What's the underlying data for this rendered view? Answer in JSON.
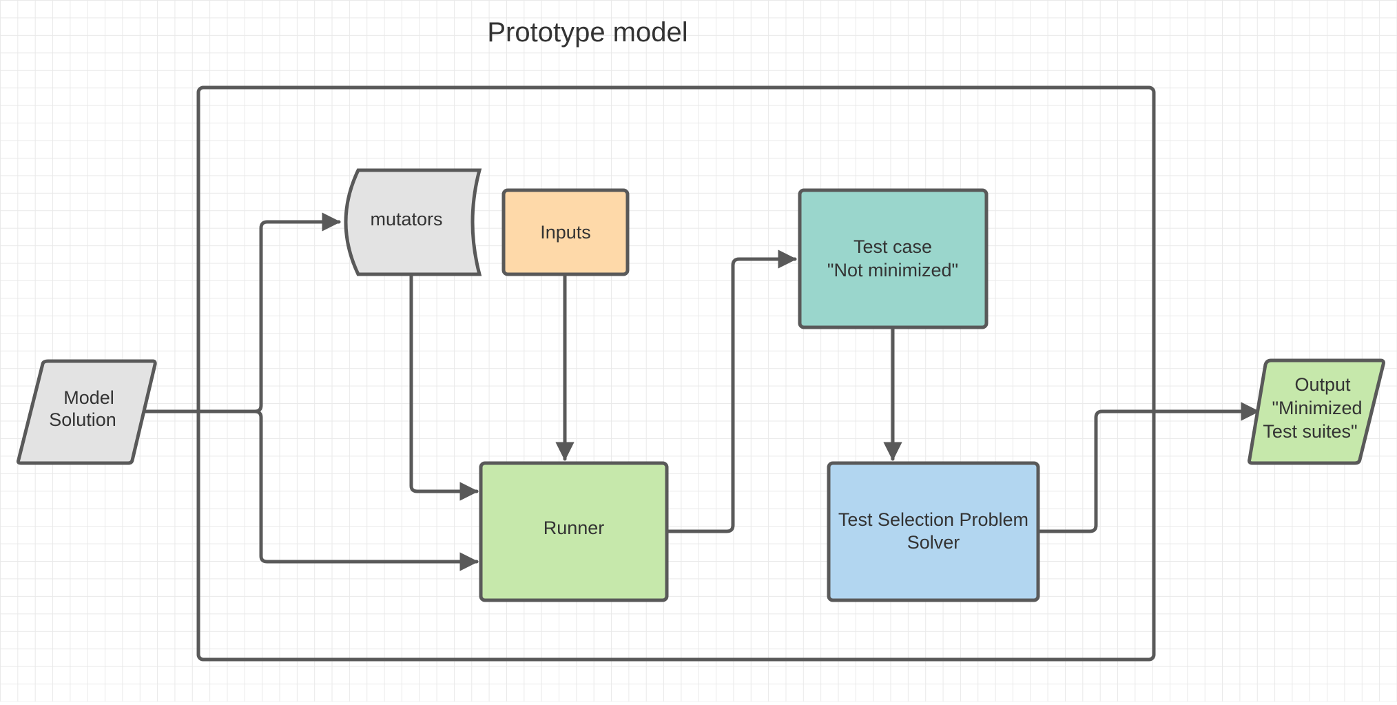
{
  "title": "Prototype model",
  "colors": {
    "stroke": "#595959",
    "gray_fill": "#e3e3e3",
    "orange_fill": "#fed9a9",
    "green_fill": "#c6e8ab",
    "teal_fill": "#9ad6cc",
    "blue_fill": "#b2d6f0"
  },
  "nodes": {
    "model_solution": {
      "line1": "Model",
      "line2": "Solution"
    },
    "mutators": {
      "label": "mutators"
    },
    "inputs": {
      "label": "Inputs"
    },
    "runner": {
      "label": "Runner"
    },
    "test_case": {
      "line1": "Test case",
      "line2": "\"Not minimized\""
    },
    "solver": {
      "line1": "Test Selection Problem",
      "line2": "Solver"
    },
    "output": {
      "line1": "Output",
      "line2": "\"Minimized",
      "line3": "Test suites\""
    }
  }
}
